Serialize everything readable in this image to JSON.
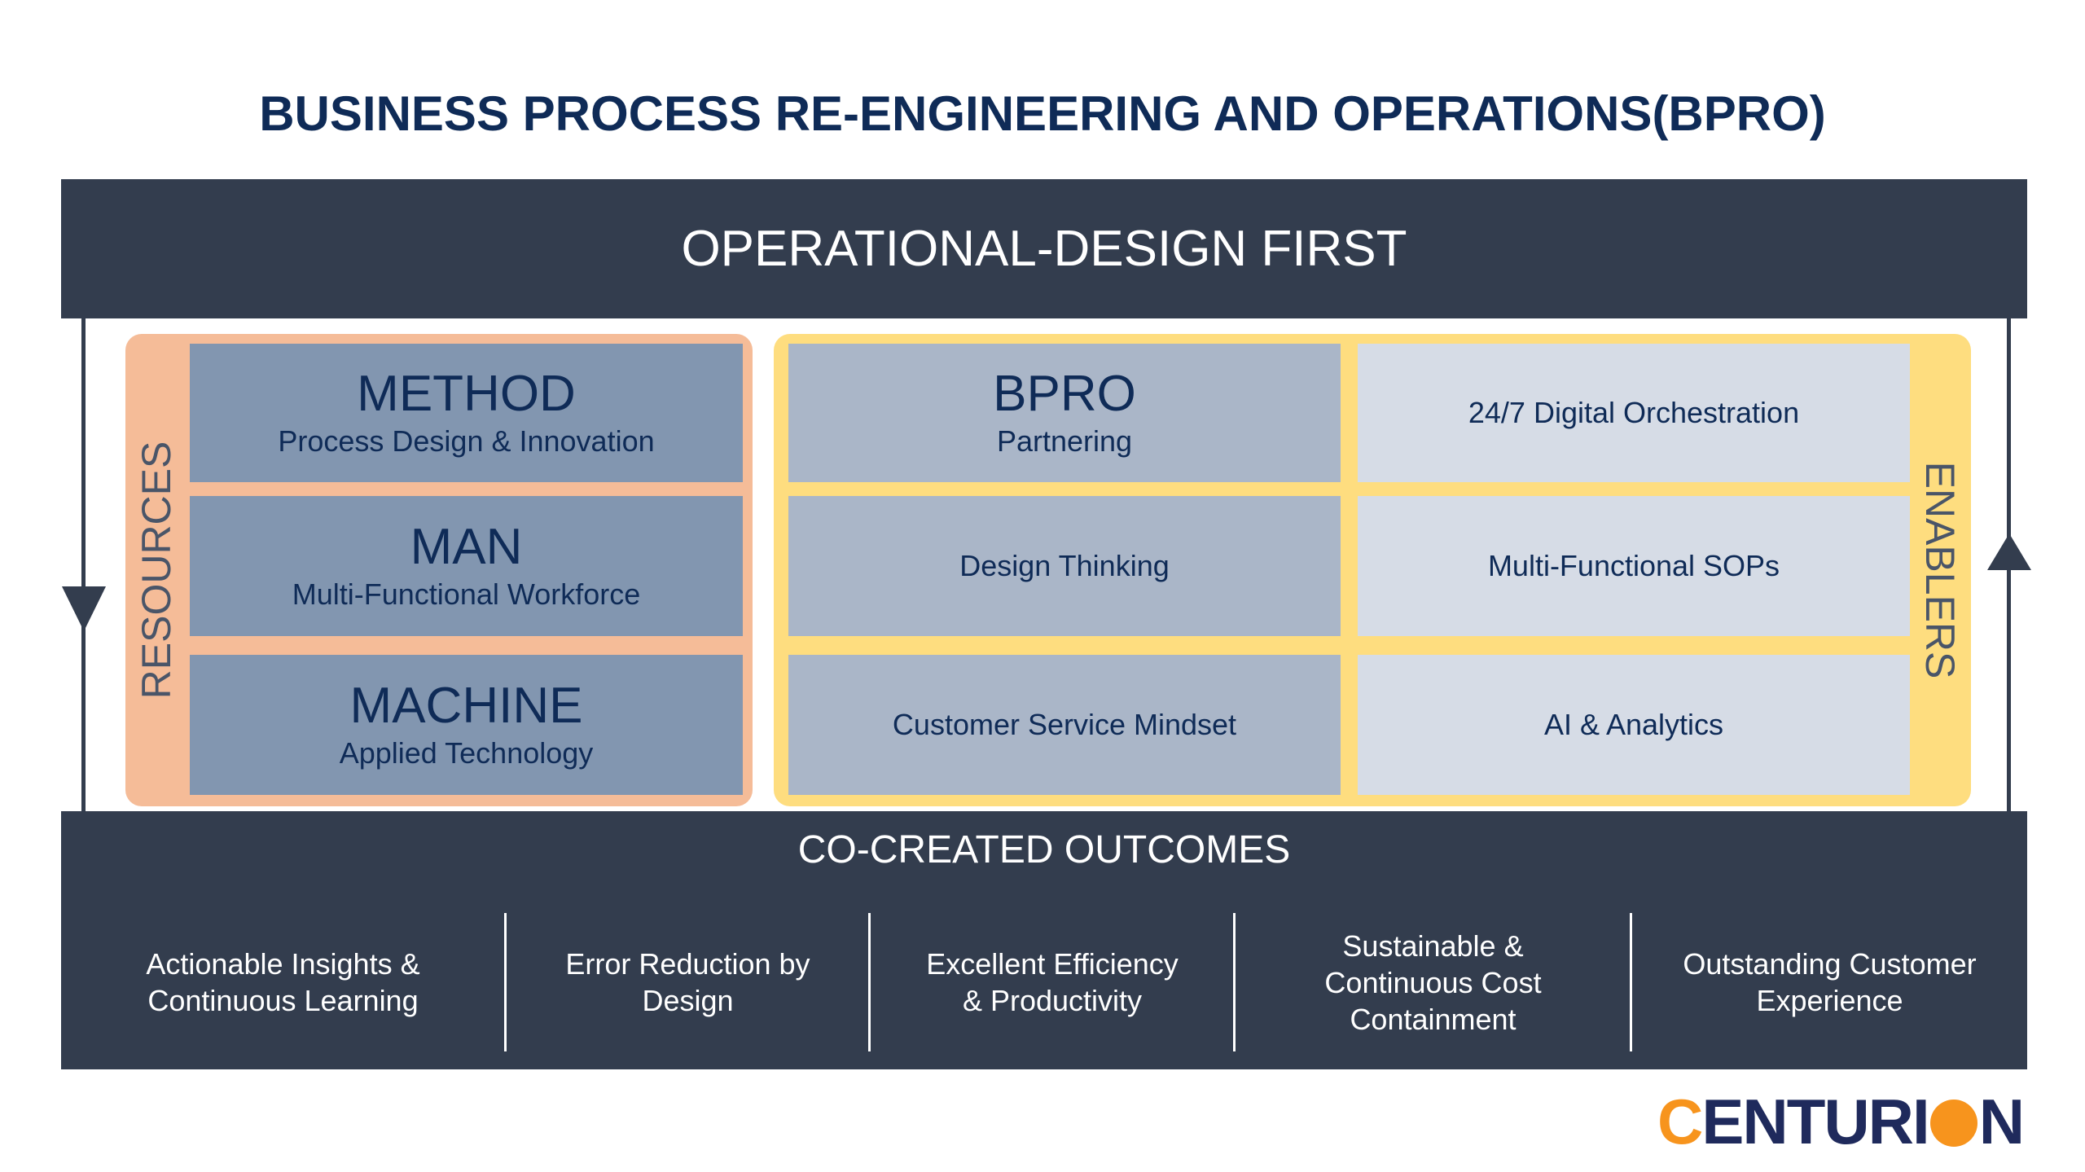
{
  "title": "BUSINESS PROCESS RE-ENGINEERING AND OPERATIONS(BPRO)",
  "top_banner": "OPERATIONAL-DESIGN FIRST",
  "resources": {
    "label": "RESOURCES",
    "items": [
      {
        "title": "METHOD",
        "subtitle": "Process Design & Innovation"
      },
      {
        "title": "MAN",
        "subtitle": "Multi-Functional Workforce"
      },
      {
        "title": "MACHINE",
        "subtitle": "Applied Technology"
      }
    ]
  },
  "enablers": {
    "label": "ENABLERS",
    "bpro": {
      "title": "BPRO",
      "subtitle": "Partnering"
    },
    "items": [
      "24/7 Digital Orchestration",
      "Design Thinking",
      "Multi-Functional SOPs",
      "Customer Service Mindset",
      "AI & Analytics"
    ]
  },
  "outcomes": {
    "title": "CO-CREATED OUTCOMES",
    "items": [
      "Actionable Insights &\nContinuous Learning",
      "Error Reduction by\nDesign",
      "Excellent Efficiency\n& Productivity",
      "Sustainable &\nContinuous Cost\nContainment",
      "Outstanding Customer\nExperience"
    ]
  },
  "logo": {
    "first": "C",
    "rest_a": "ENTURI",
    "rest_b": "N"
  },
  "colors": {
    "dark": "#333d4e",
    "navy": "#0f2b57",
    "orange": "#f5bc98",
    "yellow": "#fedd7f",
    "brand_orange": "#f7941d"
  }
}
